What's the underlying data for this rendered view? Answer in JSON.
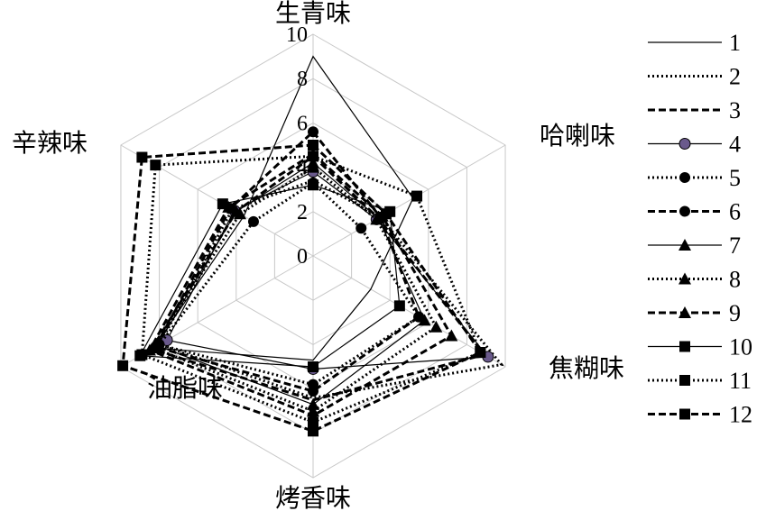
{
  "chart_data": {
    "type": "radar",
    "axes": [
      "生青味",
      "哈喇味",
      "焦糊味",
      "烤香味",
      "油脂味",
      "辛辣味"
    ],
    "rlim": [
      0,
      10
    ],
    "ticks": [
      "0",
      "2",
      "4",
      "6",
      "8",
      "10"
    ],
    "grid": true,
    "legend_position": "right",
    "series": [
      {
        "name": "1",
        "values": [
          9.0,
          5.2,
          3.0,
          4.7,
          8.3,
          3.6
        ],
        "style": "solid",
        "marker": "none"
      },
      {
        "name": "2",
        "values": [
          3.4,
          3.5,
          9.8,
          6.4,
          8.0,
          4.2
        ],
        "style": "dotted",
        "marker": "none"
      },
      {
        "name": "3",
        "values": [
          4.5,
          3.4,
          8.9,
          6.5,
          8.4,
          4.0
        ],
        "style": "dashed",
        "marker": "none"
      },
      {
        "name": "4",
        "values": [
          3.8,
          3.3,
          9.1,
          5.1,
          7.6,
          4.1
        ],
        "style": "solid",
        "marker": "circle-purple"
      },
      {
        "name": "5",
        "values": [
          3.3,
          2.5,
          5.5,
          5.8,
          8.0,
          3.1
        ],
        "style": "dotted",
        "marker": "circle"
      },
      {
        "name": "6",
        "values": [
          5.6,
          3.5,
          5.5,
          6.1,
          8.2,
          4.3
        ],
        "style": "dashed",
        "marker": "circle"
      },
      {
        "name": "7",
        "values": [
          4.2,
          3.4,
          5.8,
          6.7,
          8.1,
          4.0
        ],
        "style": "solid",
        "marker": "triangle"
      },
      {
        "name": "8",
        "values": [
          4.0,
          3.3,
          6.4,
          7.0,
          8.3,
          3.8
        ],
        "style": "dotted",
        "marker": "triangle"
      },
      {
        "name": "9",
        "values": [
          4.6,
          3.6,
          7.2,
          7.2,
          8.5,
          4.4
        ],
        "style": "dashed",
        "marker": "triangle"
      },
      {
        "name": "10",
        "values": [
          3.2,
          4.0,
          4.5,
          5.0,
          9.0,
          4.7
        ],
        "style": "solid",
        "marker": "square"
      },
      {
        "name": "11",
        "values": [
          4.5,
          5.4,
          8.7,
          7.5,
          8.9,
          8.2
        ],
        "style": "dotted",
        "marker": "square"
      },
      {
        "name": "12",
        "values": [
          5.0,
          3.8,
          8.7,
          7.9,
          9.9,
          8.9
        ],
        "style": "dashed",
        "marker": "square"
      }
    ]
  }
}
